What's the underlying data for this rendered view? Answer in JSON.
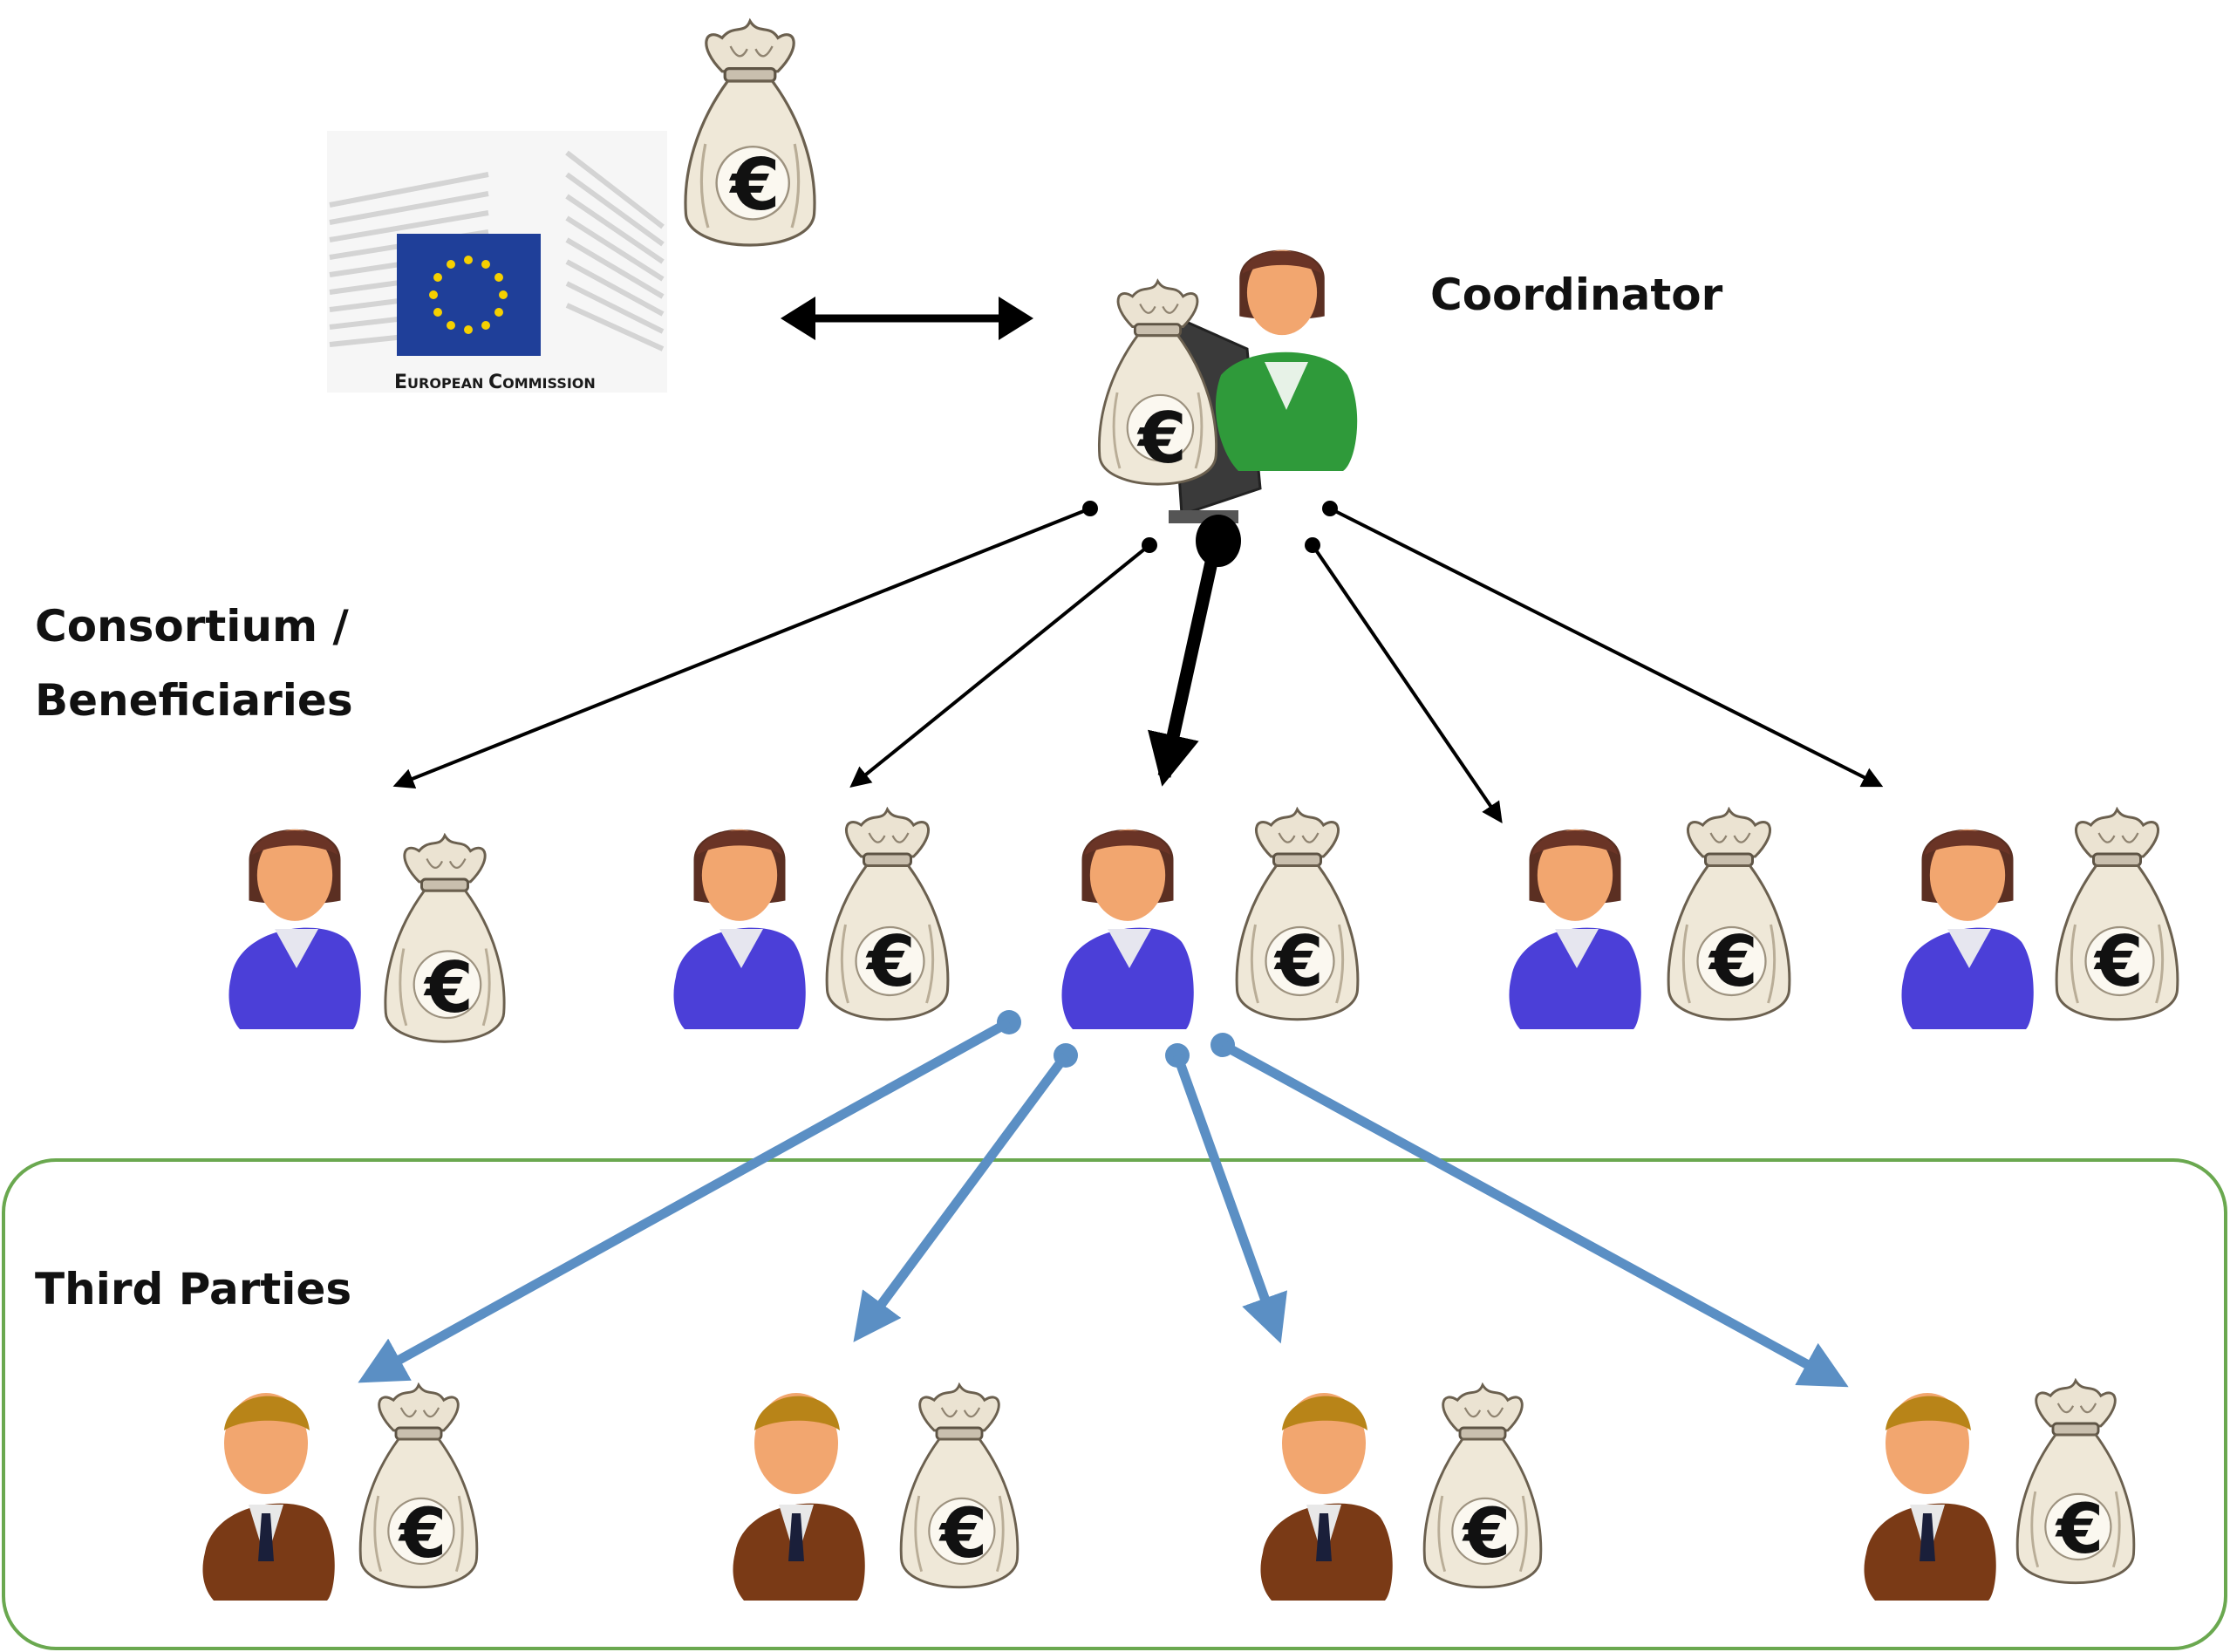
{
  "labels": {
    "coordinator": "Coordinator",
    "consortium_line1": "Consortium /",
    "consortium_line2": "Beneficiaries",
    "third_parties": "Third Parties"
  },
  "european_commission": {
    "caption_prefix_E": "E",
    "caption_rest_1": "UROPEAN ",
    "caption_prefix_C": "C",
    "caption_rest_2": "OMMISSION"
  },
  "bag_symbol": "€",
  "icons": {
    "money_bag": "money-bag-icon",
    "coordinator": "person-coordinator-icon",
    "beneficiary": "person-beneficiary-icon",
    "third_party": "person-third-party-icon",
    "ec_logo": "european-commission-logo"
  },
  "colors": {
    "coordinator_shirt": "#2f9a3a",
    "beneficiary_shirt": "#4b3fd8",
    "third_party_jacket": "#7a3a16",
    "third_party_arrows": "#5b8fc4",
    "black_arrows": "#000000",
    "third_party_frame": "#6aa84f",
    "eu_flag": "#1f3f99",
    "eu_stars": "#f5d000"
  }
}
